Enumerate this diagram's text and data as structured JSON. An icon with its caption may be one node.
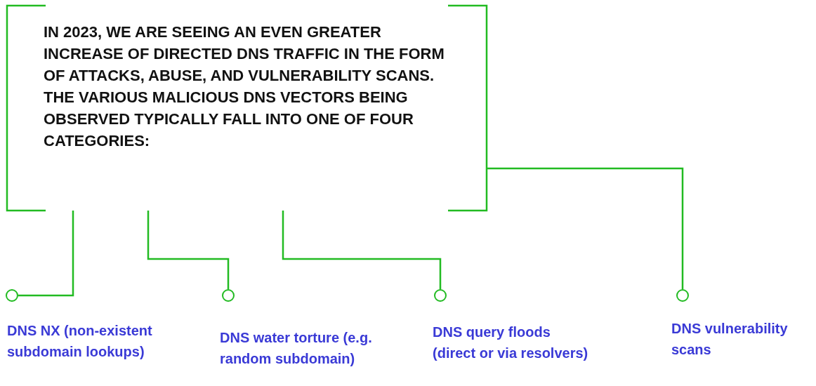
{
  "diagram": {
    "nodes": [
      {
        "text": [
          "IN 2023, WE ARE SEEING AN EVEN GREATER INCREASE OF DIRECTED DNS TRAFFIC IN THE FORM OF ATTACKS, ABUSE, AND VULNERABILITY SCANS. THE VARIOUS MALICIOUS DNS VECTORS BEING OBSERVED TYPICALLY FALL INTO ONE OF FOUR CATEGORIES:"
        ]
      },
      {
        "text": [],
        "shape": "circle",
        "beside": [
          "DNS NX (non-existent subdomain lookups)"
        ]
      },
      {
        "text": [],
        "shape": "circle",
        "beside": [
          "DNS water torture (e.g. random subdomain)"
        ]
      },
      {
        "text": [],
        "shape": "circle",
        "beside": [
          "DNS query floods (direct or via resolvers)"
        ]
      },
      {
        "text": [],
        "shape": "circle",
        "beside": [
          "DNS vulnerability scans"
        ]
      }
    ],
    "edges": [
      {
        "from": 0,
        "to": 1,
        "arrow": "none"
      },
      {
        "from": 0,
        "to": 2,
        "arrow": "none"
      },
      {
        "from": 0,
        "to": 3,
        "arrow": "none"
      },
      {
        "from": 0,
        "to": 4,
        "arrow": "none"
      }
    ]
  }
}
